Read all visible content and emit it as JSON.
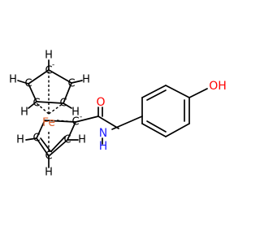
{
  "molecule": {
    "atoms": {
      "fe": "Fe",
      "o_carbonyl": "O",
      "n_amide": "N",
      "h_amide": "H",
      "oh": "OH",
      "h": "H",
      "c": "C",
      "charge": "-"
    },
    "colors": {
      "bond": "#000000",
      "carbon": "#000000",
      "hydrogen": "#000000",
      "iron": "#e06633",
      "oxygen": "#ff0000",
      "nitrogen": "#2020ff"
    }
  }
}
